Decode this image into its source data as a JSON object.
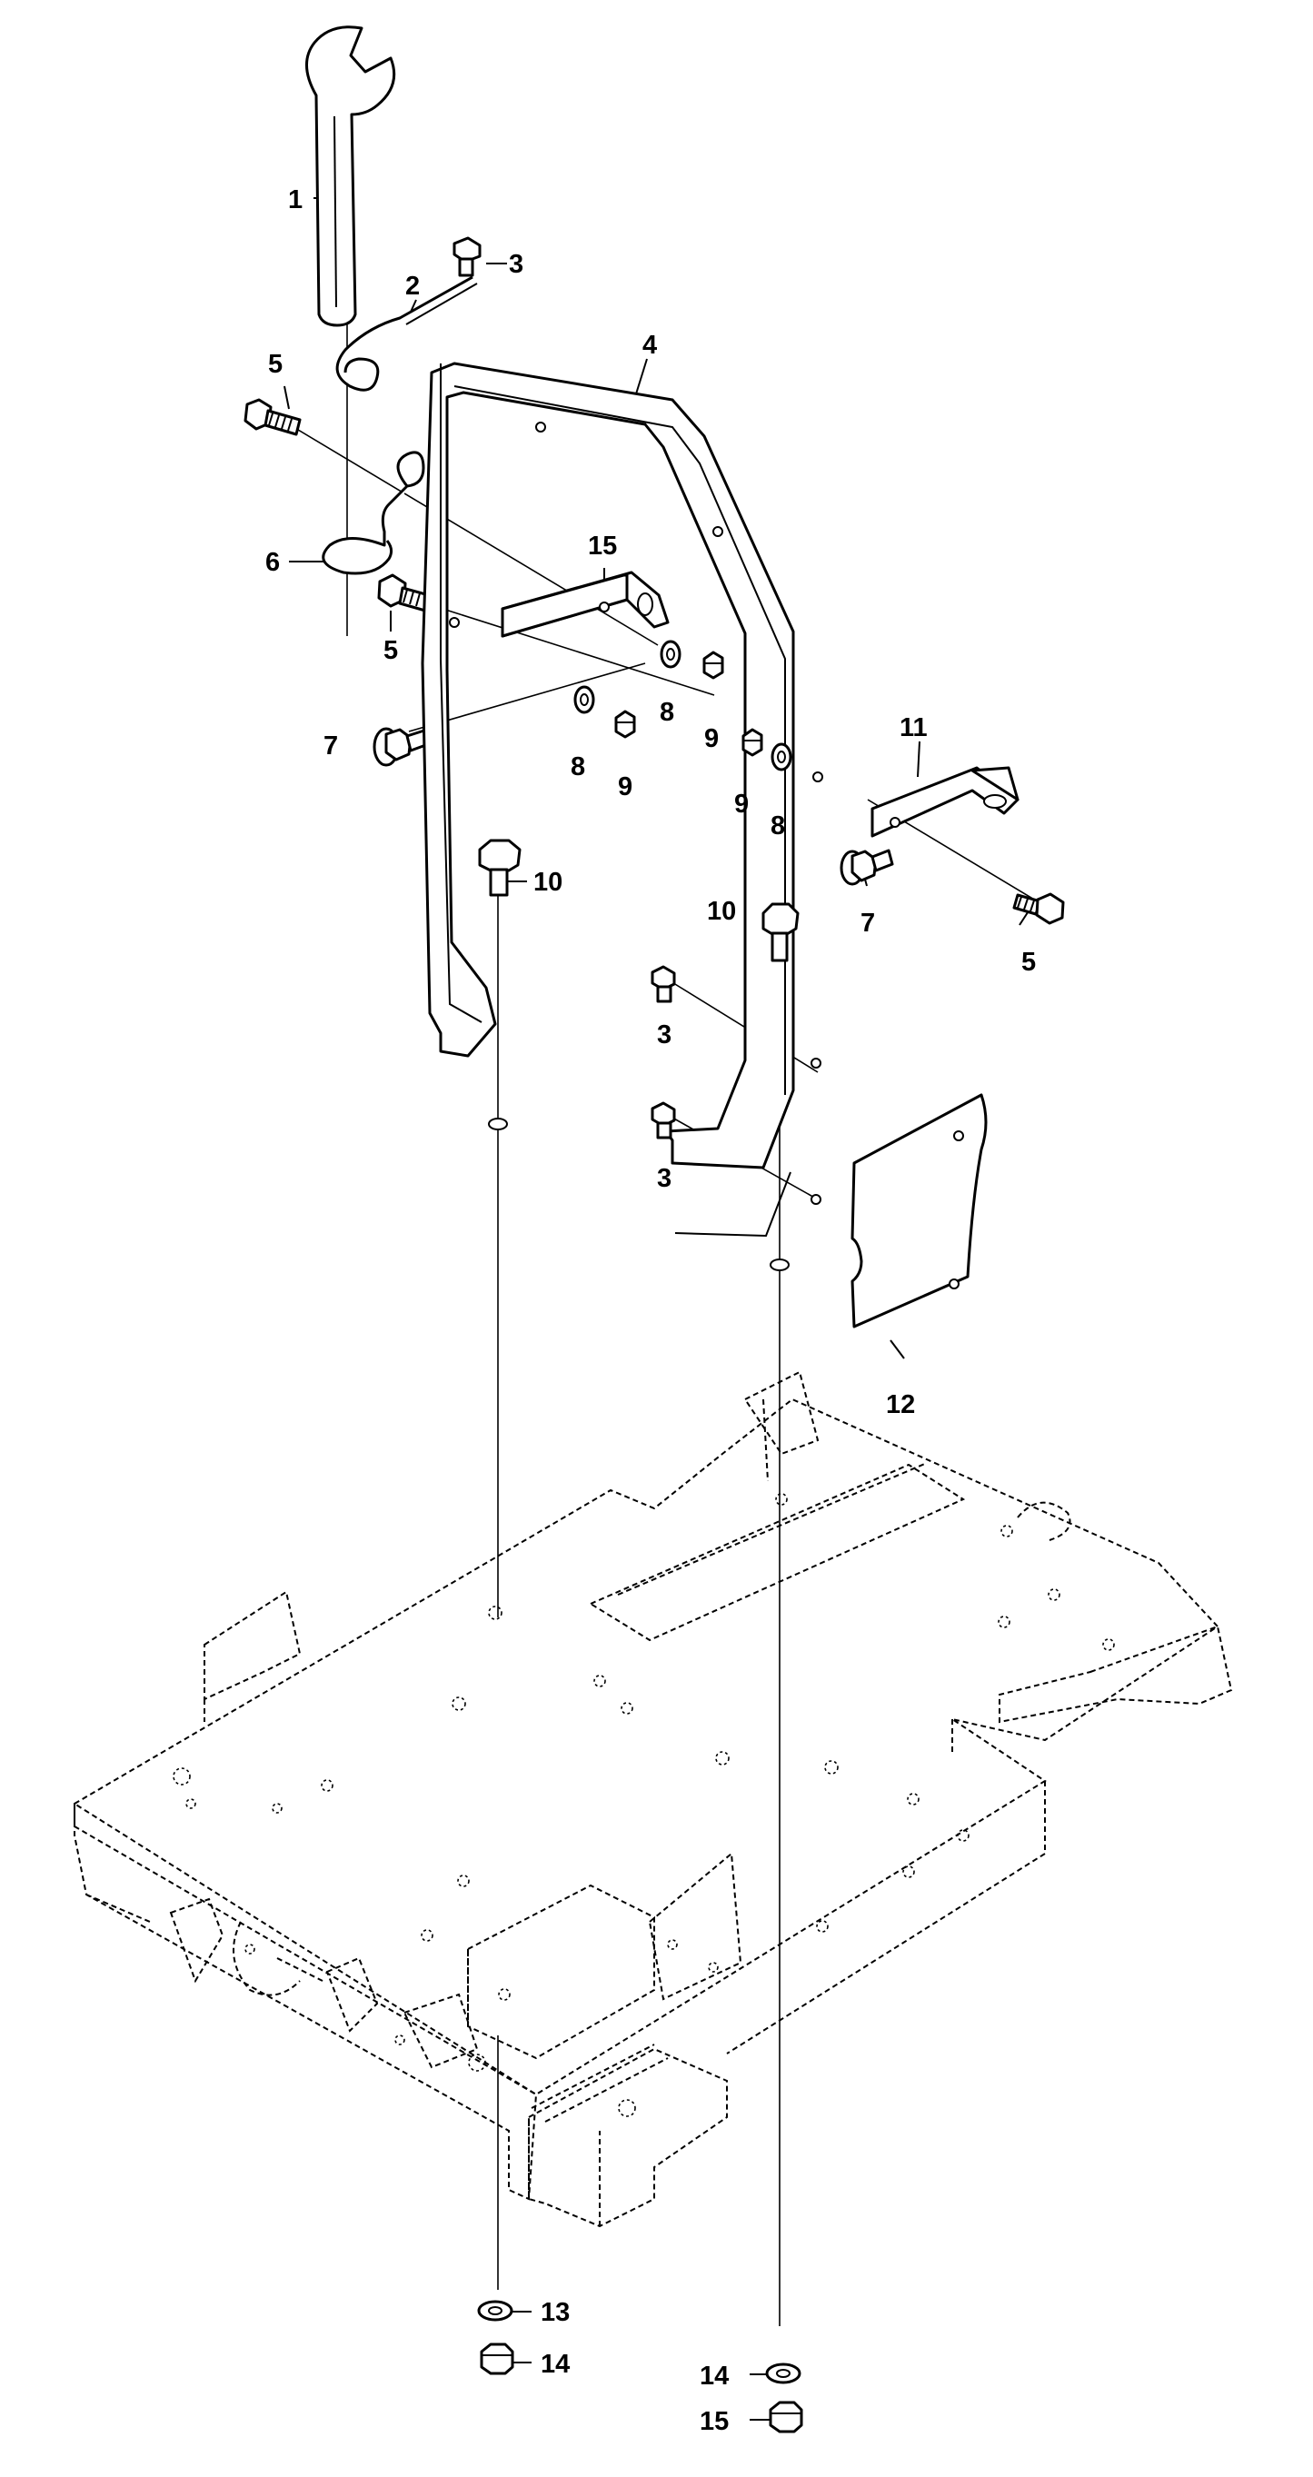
{
  "diagram": {
    "type": "exploded-parts-diagram",
    "callouts": [
      {
        "key": "c1",
        "label": "1",
        "part": "wrench"
      },
      {
        "key": "c2",
        "label": "2",
        "part": "lock-clip-wire"
      },
      {
        "key": "c3a",
        "label": "3",
        "part": "screw"
      },
      {
        "key": "c4",
        "label": "4",
        "part": "handle-frame"
      },
      {
        "key": "c5a",
        "label": "5",
        "part": "bolt"
      },
      {
        "key": "c6",
        "label": "6",
        "part": "spring-clip"
      },
      {
        "key": "c15a",
        "label": "15",
        "part": "bracket"
      },
      {
        "key": "c5b",
        "label": "5",
        "part": "bolt"
      },
      {
        "key": "c7a",
        "label": "7",
        "part": "flange-bolt"
      },
      {
        "key": "c8a",
        "label": "8",
        "part": "washer"
      },
      {
        "key": "c9a",
        "label": "9",
        "part": "nut"
      },
      {
        "key": "c8b",
        "label": "8",
        "part": "washer"
      },
      {
        "key": "c9b",
        "label": "9",
        "part": "nut"
      },
      {
        "key": "c9c",
        "label": "9",
        "part": "nut"
      },
      {
        "key": "c8c",
        "label": "8",
        "part": "washer"
      },
      {
        "key": "c11",
        "label": "11",
        "part": "bracket"
      },
      {
        "key": "c10a",
        "label": "10",
        "part": "long-bolt"
      },
      {
        "key": "c10b",
        "label": "10",
        "part": "long-bolt"
      },
      {
        "key": "c7b",
        "label": "7",
        "part": "flange-bolt"
      },
      {
        "key": "c5c",
        "label": "5",
        "part": "bolt"
      },
      {
        "key": "c3b",
        "label": "3",
        "part": "screw"
      },
      {
        "key": "c3c",
        "label": "3",
        "part": "screw"
      },
      {
        "key": "c12",
        "label": "12",
        "part": "plate"
      },
      {
        "key": "c13",
        "label": "13",
        "part": "washer"
      },
      {
        "key": "c14a",
        "label": "14",
        "part": "lock-nut"
      },
      {
        "key": "c14b",
        "label": "14",
        "part": "washer"
      },
      {
        "key": "c15b",
        "label": "15",
        "part": "lock-nut"
      }
    ]
  }
}
